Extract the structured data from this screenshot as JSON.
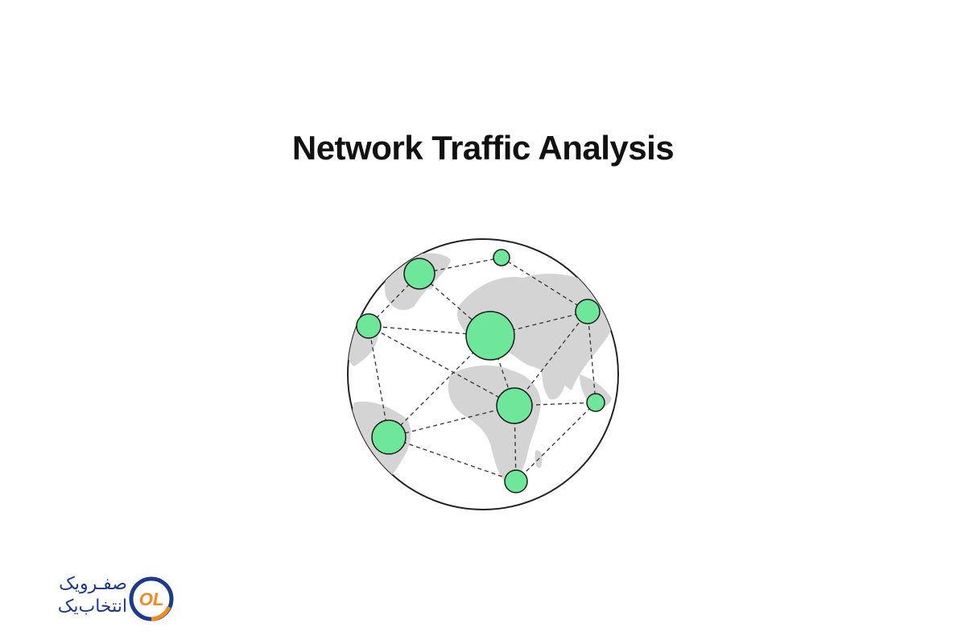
{
  "title": "Network Traffic Analysis",
  "colors": {
    "node_fill": "#6ee79a",
    "node_stroke": "#1a1a1a",
    "land": "#d4d4d4",
    "globe_stroke": "#222222",
    "edge": "#333333",
    "brand_blue": "#1e3a8a",
    "brand_orange": "#f08a24"
  },
  "logo": {
    "line1": "صفـرویک",
    "line2": "انتخاب‌یک",
    "mark": "OL"
  }
}
